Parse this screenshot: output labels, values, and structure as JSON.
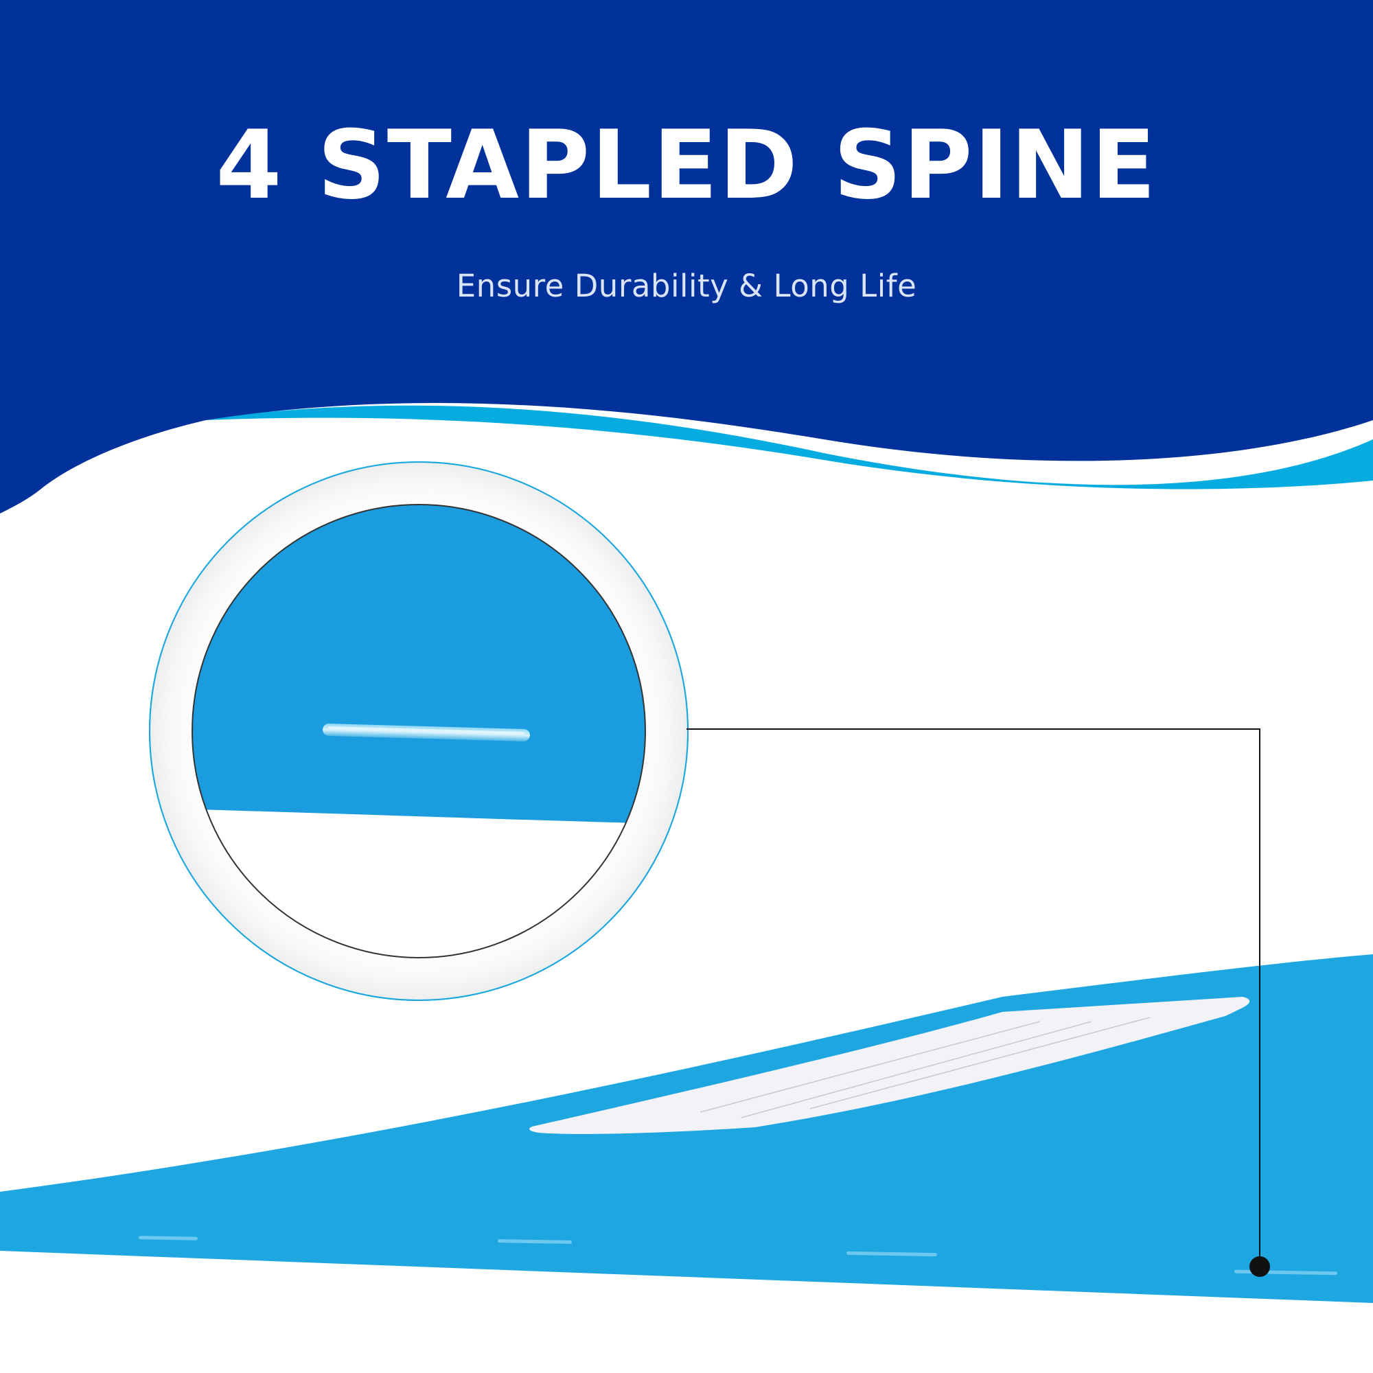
{
  "banner": {
    "title": "4 STAPLED SPINE",
    "subtitle": "Ensure Durability & Long Life"
  },
  "colors": {
    "banner_navy": "#01319b",
    "accent_cyan": "#06ace0",
    "folder_blue": "#1ea6e1",
    "zoom_ring": "#19a7de",
    "callout_line": "#111111"
  },
  "illustration": {
    "staple_count": 4,
    "magnifier_icon": "zoom-circle",
    "callout_marker_icon": "dot-marker"
  }
}
